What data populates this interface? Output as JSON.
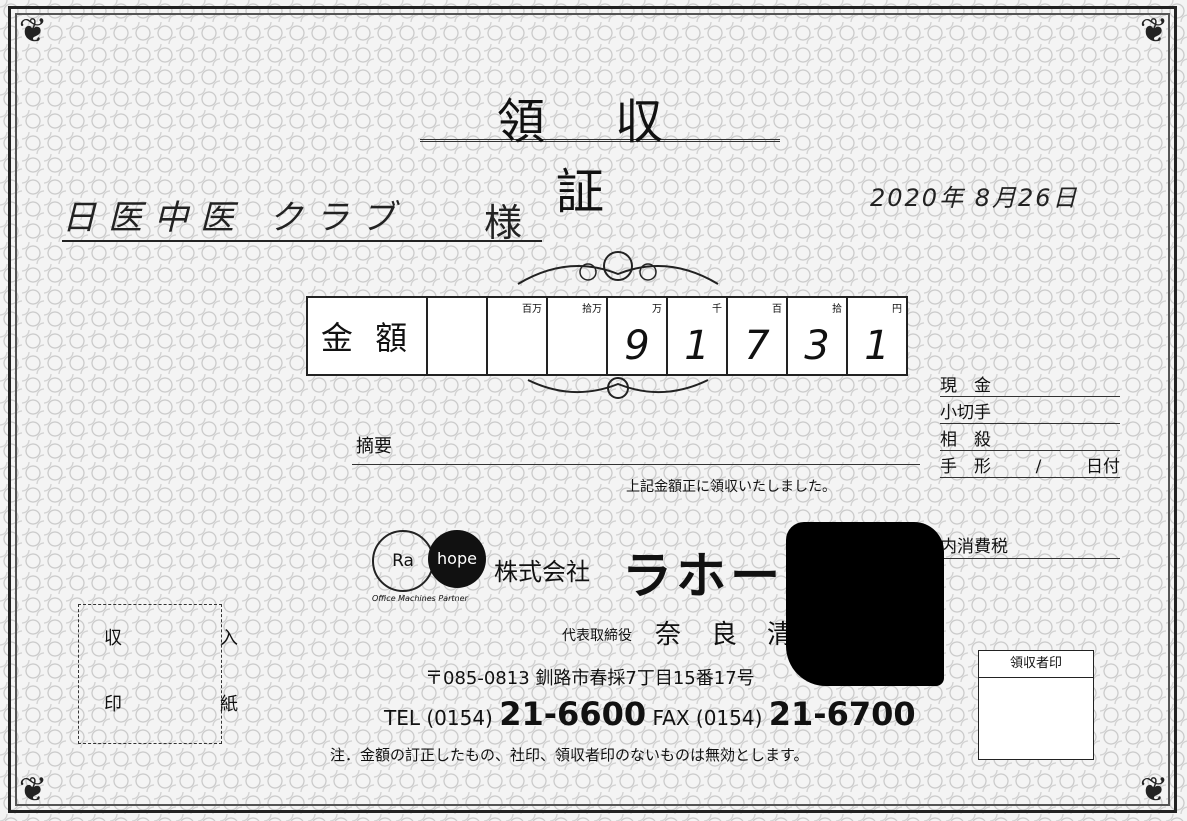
{
  "receipt": {
    "title": "領収証",
    "date": "2020年 8月26日",
    "recipient": "日医中医 クラブ",
    "honorific": "様",
    "amount_label": "金 額",
    "units": [
      "百万",
      "拾万",
      "万",
      "千",
      "百",
      "拾",
      "円"
    ],
    "digits": [
      "",
      "",
      "9",
      "1",
      "7",
      "3",
      "1"
    ],
    "payment_methods": [
      "現　金",
      "小切手",
      "相　殺",
      "手　形"
    ],
    "bill_date_sep": "/",
    "bill_date_label": "日付",
    "tax_label": "内消費税",
    "summary_label": "摘要",
    "acknowledgement": "上記金額正に領収いたしました。",
    "stamp_area": [
      "収　入",
      "印　紙"
    ],
    "receiver_seal_label": "領収者印",
    "footer_note": "注．金額の訂正したもの、社印、領収者印のないものは無効とします。"
  },
  "company": {
    "logo_left": "Ra",
    "logo_right": "hope",
    "tagline": "Office Machines Partner",
    "prefix": "株式会社",
    "name": "ラホープ",
    "rep_title": "代表取締役",
    "rep_name": "奈良清成",
    "address": "〒085-0813 釧路市春採7丁目15番17号",
    "tel_label": "TEL",
    "tel_area": "(0154)",
    "tel_number": "21-6600",
    "fax_label": "FAX",
    "fax_area": "(0154)",
    "fax_number": "21-6700"
  }
}
